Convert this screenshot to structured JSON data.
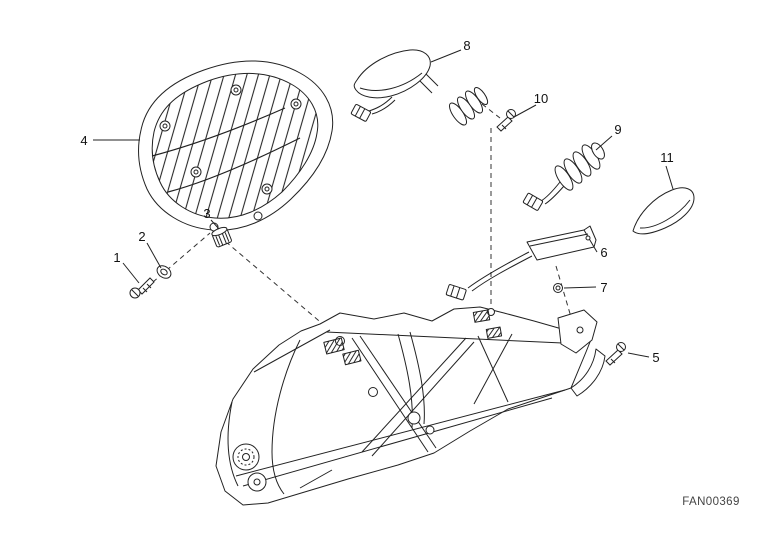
{
  "diagram": {
    "code": "FAN00369",
    "callouts": [
      {
        "label": "1"
      },
      {
        "label": "2"
      },
      {
        "label": "3"
      },
      {
        "label": "4"
      },
      {
        "label": "5"
      },
      {
        "label": "6"
      },
      {
        "label": "7"
      },
      {
        "label": "8"
      },
      {
        "label": "9"
      },
      {
        "label": "10"
      },
      {
        "label": "11"
      }
    ]
  }
}
